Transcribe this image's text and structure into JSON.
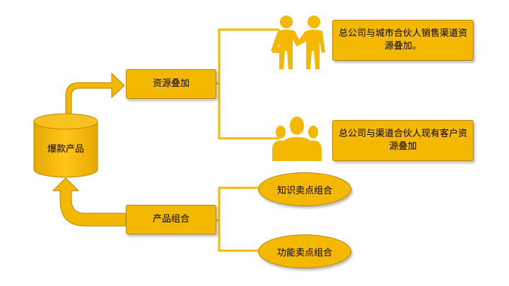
{
  "center": {
    "label": "爆款产品"
  },
  "branches": [
    {
      "label": "资源叠加"
    },
    {
      "label": "产品组合"
    }
  ],
  "resource_items": [
    {
      "text": "总公司与城市合伙人销售渠道资源叠加。",
      "icon": "partners-handshake-icon"
    },
    {
      "text": "总公司与渠道合伙人现有客户资源叠加",
      "icon": "customer-group-icon"
    }
  ],
  "product_items": [
    {
      "label": "知识卖点组合"
    },
    {
      "label": "功能卖点组合"
    }
  ],
  "colors": {
    "fill": "#F5B800",
    "stroke": "#B88600",
    "line": "#F5B800"
  }
}
